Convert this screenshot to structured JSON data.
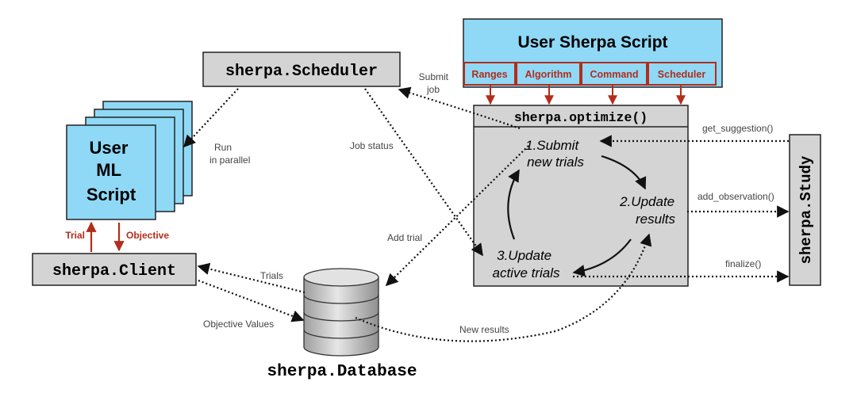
{
  "user_sherpa_script": {
    "title": "User Sherpa Script",
    "params": [
      "Ranges",
      "Algorithm",
      "Command",
      "Scheduler"
    ]
  },
  "scheduler": {
    "label": "sherpa.Scheduler"
  },
  "optimize": {
    "label": "sherpa.optimize()",
    "step1": [
      "1.Submit",
      "new trials"
    ],
    "step2": [
      "2.Update",
      "results"
    ],
    "step3": [
      "3.Update",
      "active trials"
    ]
  },
  "user_ml_script": {
    "lines": [
      "User",
      "ML",
      "Script"
    ]
  },
  "client": {
    "label": "sherpa.Client"
  },
  "study": {
    "label": "sherpa.Study"
  },
  "database": {
    "label": "sherpa.Database"
  },
  "edge_labels": {
    "submit_job": [
      "Submit",
      "job"
    ],
    "run_in_parallel": [
      "Run",
      "in parallel"
    ],
    "job_status": "Job status",
    "add_trial": "Add trial",
    "trials": "Trials",
    "objective_values": "Objective Values",
    "new_results": "New results",
    "get_suggestion": "get_suggestion()",
    "add_observation": "add_observation()",
    "finalize": "finalize()",
    "trial": "Trial",
    "objective": "Objective"
  },
  "colors": {
    "blue_fill": "#8fd9f7",
    "gray_fill": "#d4d4d4",
    "red": "#b32d1b",
    "edge": "#666666"
  }
}
